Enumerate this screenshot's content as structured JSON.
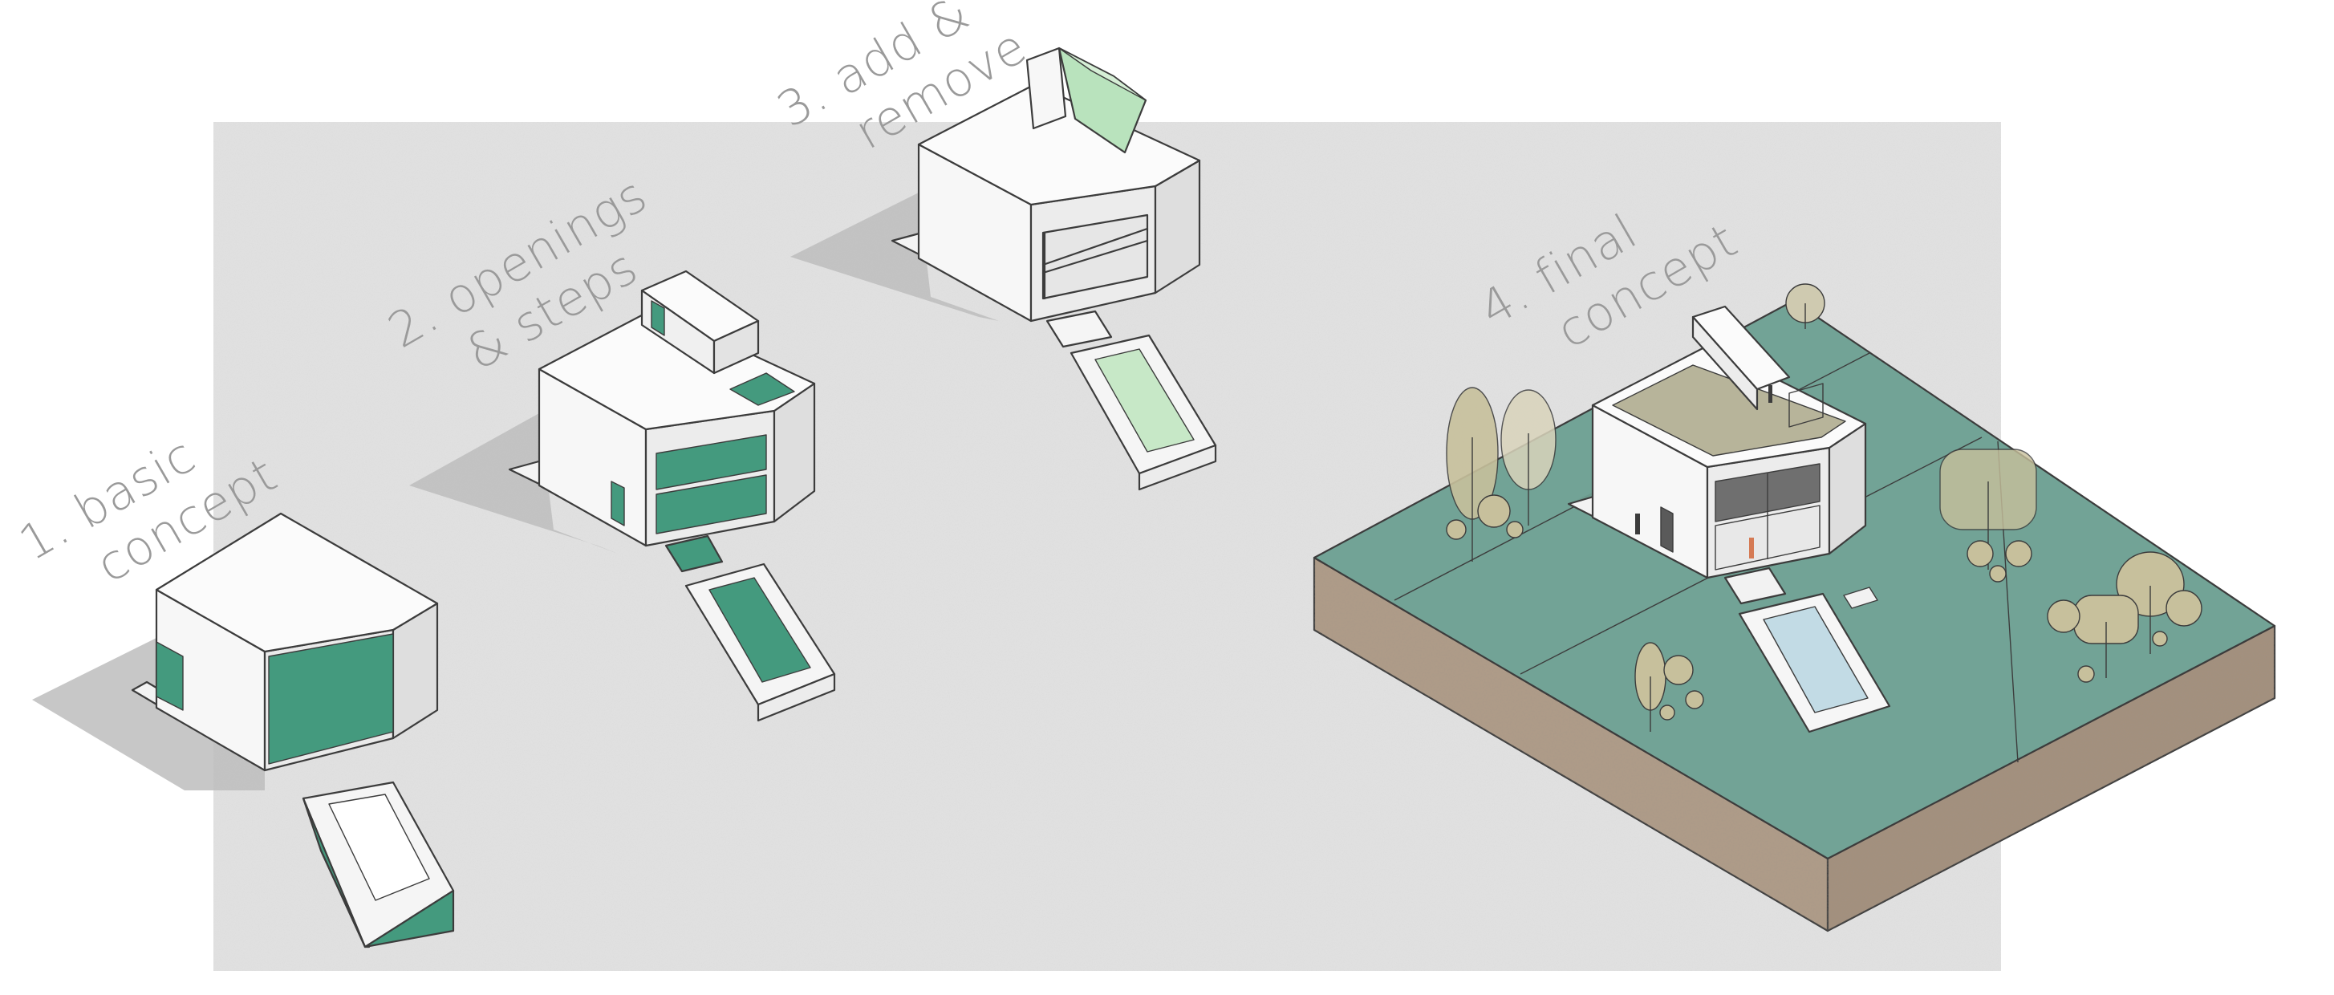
{
  "stages": [
    {
      "label_line1": "1. basic",
      "label_line2": "concept"
    },
    {
      "label_line1": "2. openings",
      "label_line2": "& steps"
    },
    {
      "label_line1": "3. add &",
      "label_line2": "remove"
    },
    {
      "label_line1": "4. final",
      "label_line2": "concept"
    }
  ],
  "colors": {
    "canvas_panel": "#e3e3e3",
    "wall_light": "#fbfbfb",
    "wall_mid": "#ececec",
    "wall_dark": "#dedede",
    "accent_green": "#449a7e",
    "pale_green": "#b9e3bd",
    "grass": "#72a396",
    "soil": "#b09c88",
    "water": "#c2dbe5",
    "tree": "#c7c09c",
    "shadow": "#bdbdbd",
    "label_gray": "#9a9a9a"
  }
}
